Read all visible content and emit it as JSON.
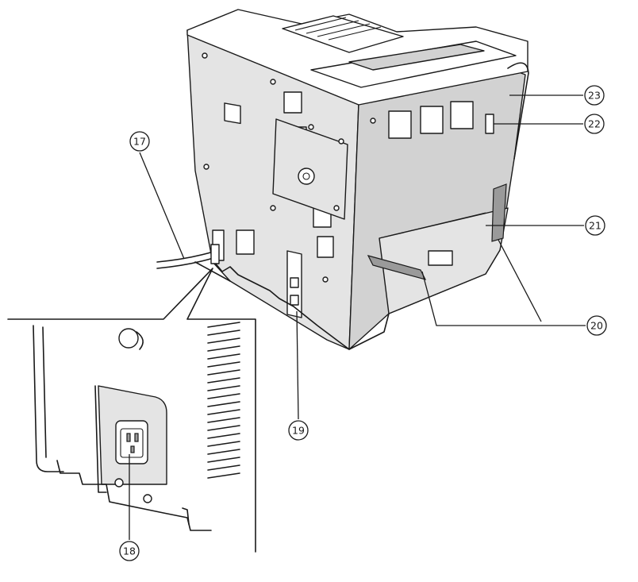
{
  "callouts": [
    {
      "id": "c17",
      "number": "17"
    },
    {
      "id": "c18",
      "number": "18"
    },
    {
      "id": "c19",
      "number": "19"
    },
    {
      "id": "c20",
      "number": "20"
    },
    {
      "id": "c21",
      "number": "21"
    },
    {
      "id": "c22",
      "number": "22"
    },
    {
      "id": "c23",
      "number": "23"
    }
  ]
}
